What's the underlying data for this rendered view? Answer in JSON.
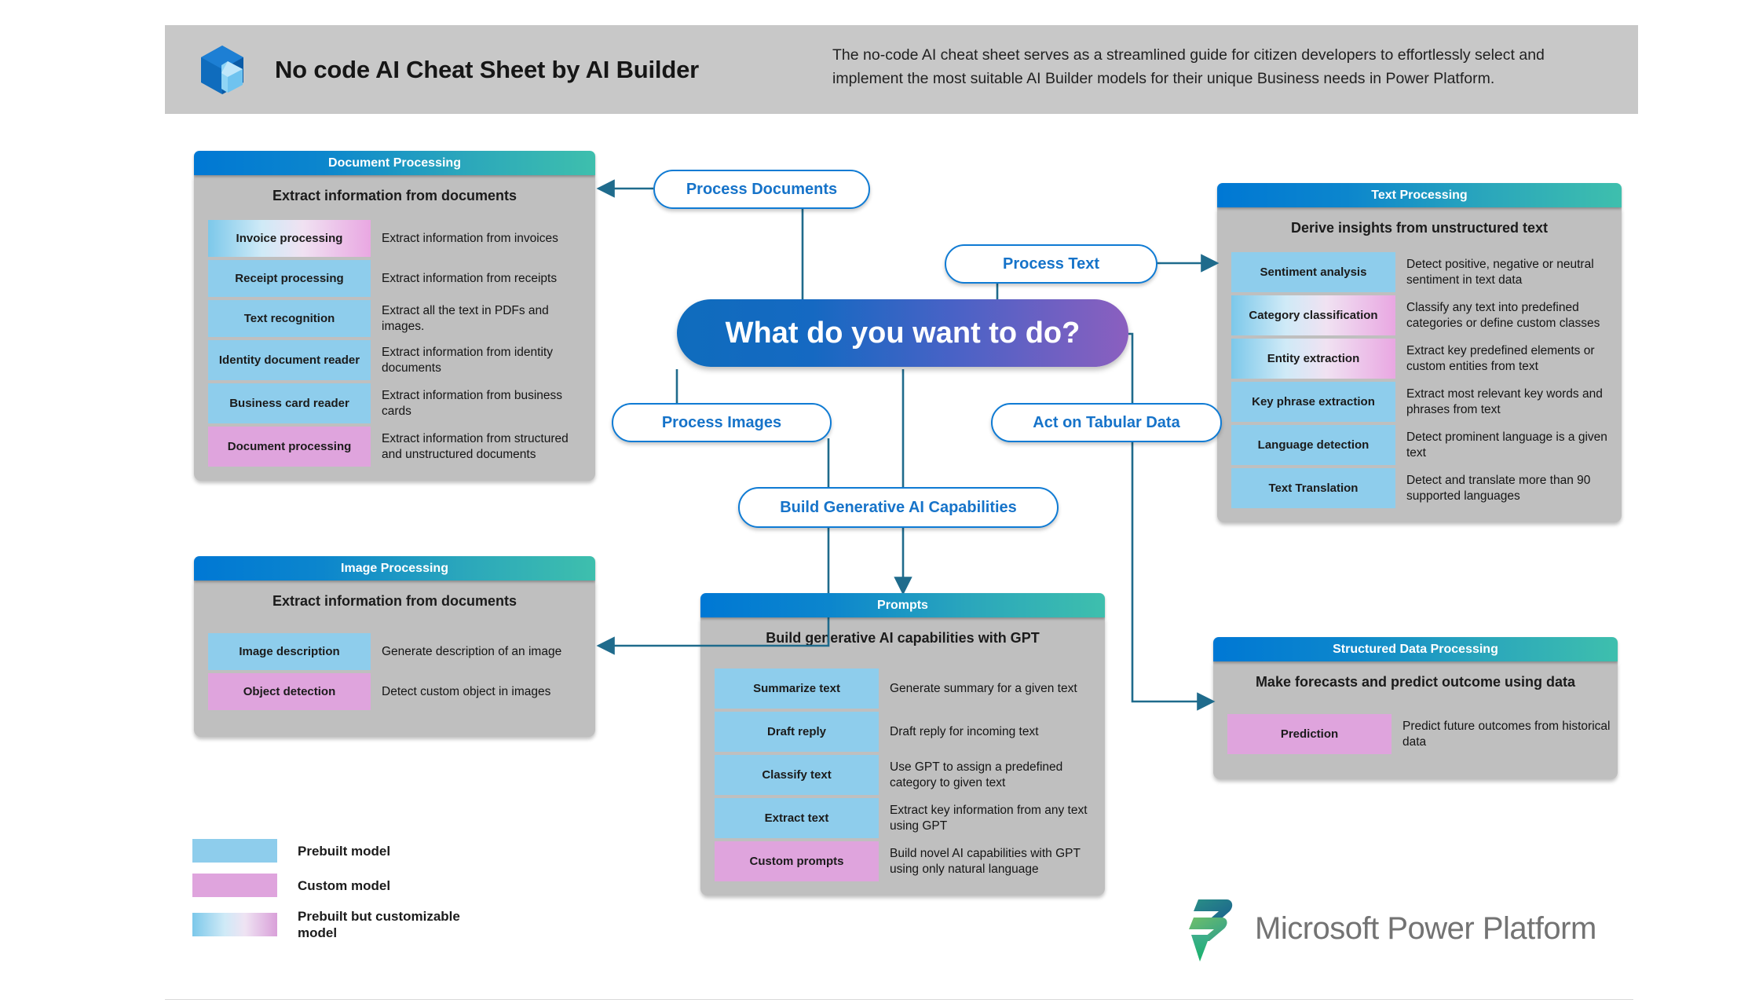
{
  "header": {
    "logo_icon": "ai-builder-logo-icon",
    "title": "No code AI Cheat Sheet by AI Builder",
    "description": "The no-code AI cheat sheet serves as a streamlined guide for citizen developers to effortlessly select and implement the most suitable AI Builder models for their unique Business needs in Power Platform."
  },
  "hub": {
    "label": "What do you want to do?"
  },
  "pills": {
    "process_documents": "Process Documents",
    "process_text": "Process Text",
    "process_images": "Process Images",
    "act_on_tabular_data": "Act on Tabular Data",
    "build_generative": "Build Generative AI Capabilities"
  },
  "panels": {
    "document_processing": {
      "title": "Document Processing",
      "subtitle": "Extract information from documents",
      "rows": [
        {
          "name": "Invoice processing",
          "type": "mixed",
          "desc": "Extract information from invoices"
        },
        {
          "name": "Receipt processing",
          "type": "prebuilt",
          "desc": "Extract information from receipts"
        },
        {
          "name": "Text  recognition",
          "type": "prebuilt",
          "desc": "Extract all the text in PDFs and images."
        },
        {
          "name": "Identity document reader",
          "type": "prebuilt",
          "desc": "Extract information from identity documents"
        },
        {
          "name": "Business card reader",
          "type": "prebuilt",
          "desc": "Extract information from business cards"
        },
        {
          "name": "Document processing",
          "type": "custom",
          "desc": "Extract information from structured and unstructured documents"
        }
      ]
    },
    "image_processing": {
      "title": "Image Processing",
      "subtitle": "Extract information from documents",
      "rows": [
        {
          "name": "Image description",
          "type": "prebuilt",
          "desc": "Generate description of an image"
        },
        {
          "name": "Object detection",
          "type": "custom",
          "desc": "Detect custom object in images"
        }
      ]
    },
    "text_processing": {
      "title": "Text Processing",
      "subtitle": "Derive insights from unstructured text",
      "rows": [
        {
          "name": "Sentiment analysis",
          "type": "prebuilt",
          "desc": "Detect positive, negative or neutral sentiment in text data"
        },
        {
          "name": "Category classification",
          "type": "mixed",
          "desc": "Classify any text into predefined categories or define custom classes"
        },
        {
          "name": "Entity extraction",
          "type": "mixed",
          "desc": "Extract key predefined elements or custom entities from text"
        },
        {
          "name": "Key phrase extraction",
          "type": "prebuilt",
          "desc": "Extract most relevant key words and phrases from text"
        },
        {
          "name": "Language detection",
          "type": "prebuilt",
          "desc": "Detect prominent language is a given text"
        },
        {
          "name": "Text Translation",
          "type": "prebuilt",
          "desc": "Detect and translate more than 90 supported languages"
        }
      ]
    },
    "prompts": {
      "title": "Prompts",
      "subtitle": "Build generative AI capabilities with GPT",
      "rows": [
        {
          "name": "Summarize text",
          "type": "prebuilt",
          "desc": "Generate summary for a given text"
        },
        {
          "name": "Draft reply",
          "type": "prebuilt",
          "desc": "Draft reply for incoming text"
        },
        {
          "name": "Classify text",
          "type": "prebuilt",
          "desc": "Use GPT to assign a predefined category to given text"
        },
        {
          "name": "Extract text",
          "type": "prebuilt",
          "desc": "Extract key information from any text using GPT"
        },
        {
          "name": "Custom prompts",
          "type": "custom",
          "desc": "Build novel AI capabilities with GPT using only natural language"
        }
      ]
    },
    "structured_data_processing": {
      "title": "Structured Data Processing",
      "subtitle": "Make forecasts and predict outcome using data",
      "rows": [
        {
          "name": "Prediction",
          "type": "custom",
          "desc": "Predict future outcomes from historical data"
        }
      ]
    }
  },
  "legend": {
    "items": [
      {
        "type": "prebuilt",
        "label": "Prebuilt model"
      },
      {
        "type": "custom",
        "label": "Custom model"
      },
      {
        "type": "mixed",
        "label": "Prebuilt but customizable model"
      }
    ]
  },
  "footer": {
    "logo_icon": "power-platform-logo-icon",
    "brand": "Microsoft Power Platform"
  },
  "colors": {
    "panel_header_from": "#0078d4",
    "panel_header_to": "#3ebfad",
    "hub_from": "#0f6cbd",
    "hub_to": "#8b5fbf",
    "panel_body": "#bfbfbf",
    "prebuilt": "#8ecdec",
    "custom": "#dfa4dd",
    "connector": "#1f6b8c",
    "pill_border": "#0f7bd4",
    "header_band": "#c8c8c8"
  }
}
